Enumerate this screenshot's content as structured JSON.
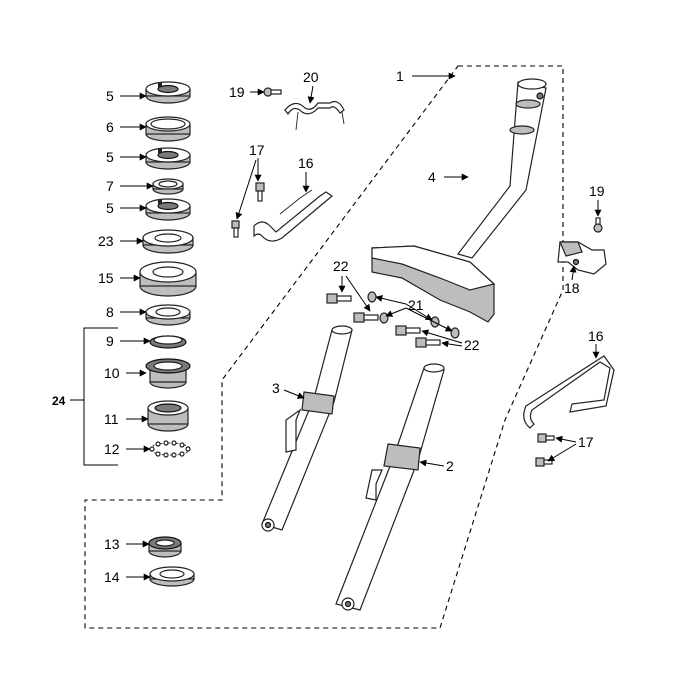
{
  "callouts": [
    {
      "id": "c5a",
      "label": "5"
    },
    {
      "id": "c6",
      "label": "6"
    },
    {
      "id": "c5b",
      "label": "5"
    },
    {
      "id": "c7",
      "label": "7"
    },
    {
      "id": "c5c",
      "label": "5"
    },
    {
      "id": "c23",
      "label": "23"
    },
    {
      "id": "c15",
      "label": "15"
    },
    {
      "id": "c8",
      "label": "8"
    },
    {
      "id": "c9",
      "label": "9"
    },
    {
      "id": "c10",
      "label": "10"
    },
    {
      "id": "c11",
      "label": "11"
    },
    {
      "id": "c12",
      "label": "12"
    },
    {
      "id": "c13",
      "label": "13"
    },
    {
      "id": "c14",
      "label": "14"
    },
    {
      "id": "c24",
      "label": "24"
    },
    {
      "id": "c19a",
      "label": "19"
    },
    {
      "id": "c20",
      "label": "20"
    },
    {
      "id": "c17a",
      "label": "17"
    },
    {
      "id": "c16a",
      "label": "16"
    },
    {
      "id": "c1",
      "label": "1"
    },
    {
      "id": "c4",
      "label": "4"
    },
    {
      "id": "c19b",
      "label": "19"
    },
    {
      "id": "c18",
      "label": "18"
    },
    {
      "id": "c22a",
      "label": "22"
    },
    {
      "id": "c21",
      "label": "21"
    },
    {
      "id": "c22b",
      "label": "22"
    },
    {
      "id": "c3",
      "label": "3"
    },
    {
      "id": "c2",
      "label": "2"
    },
    {
      "id": "c16b",
      "label": "16"
    },
    {
      "id": "c17b",
      "label": "17"
    }
  ]
}
